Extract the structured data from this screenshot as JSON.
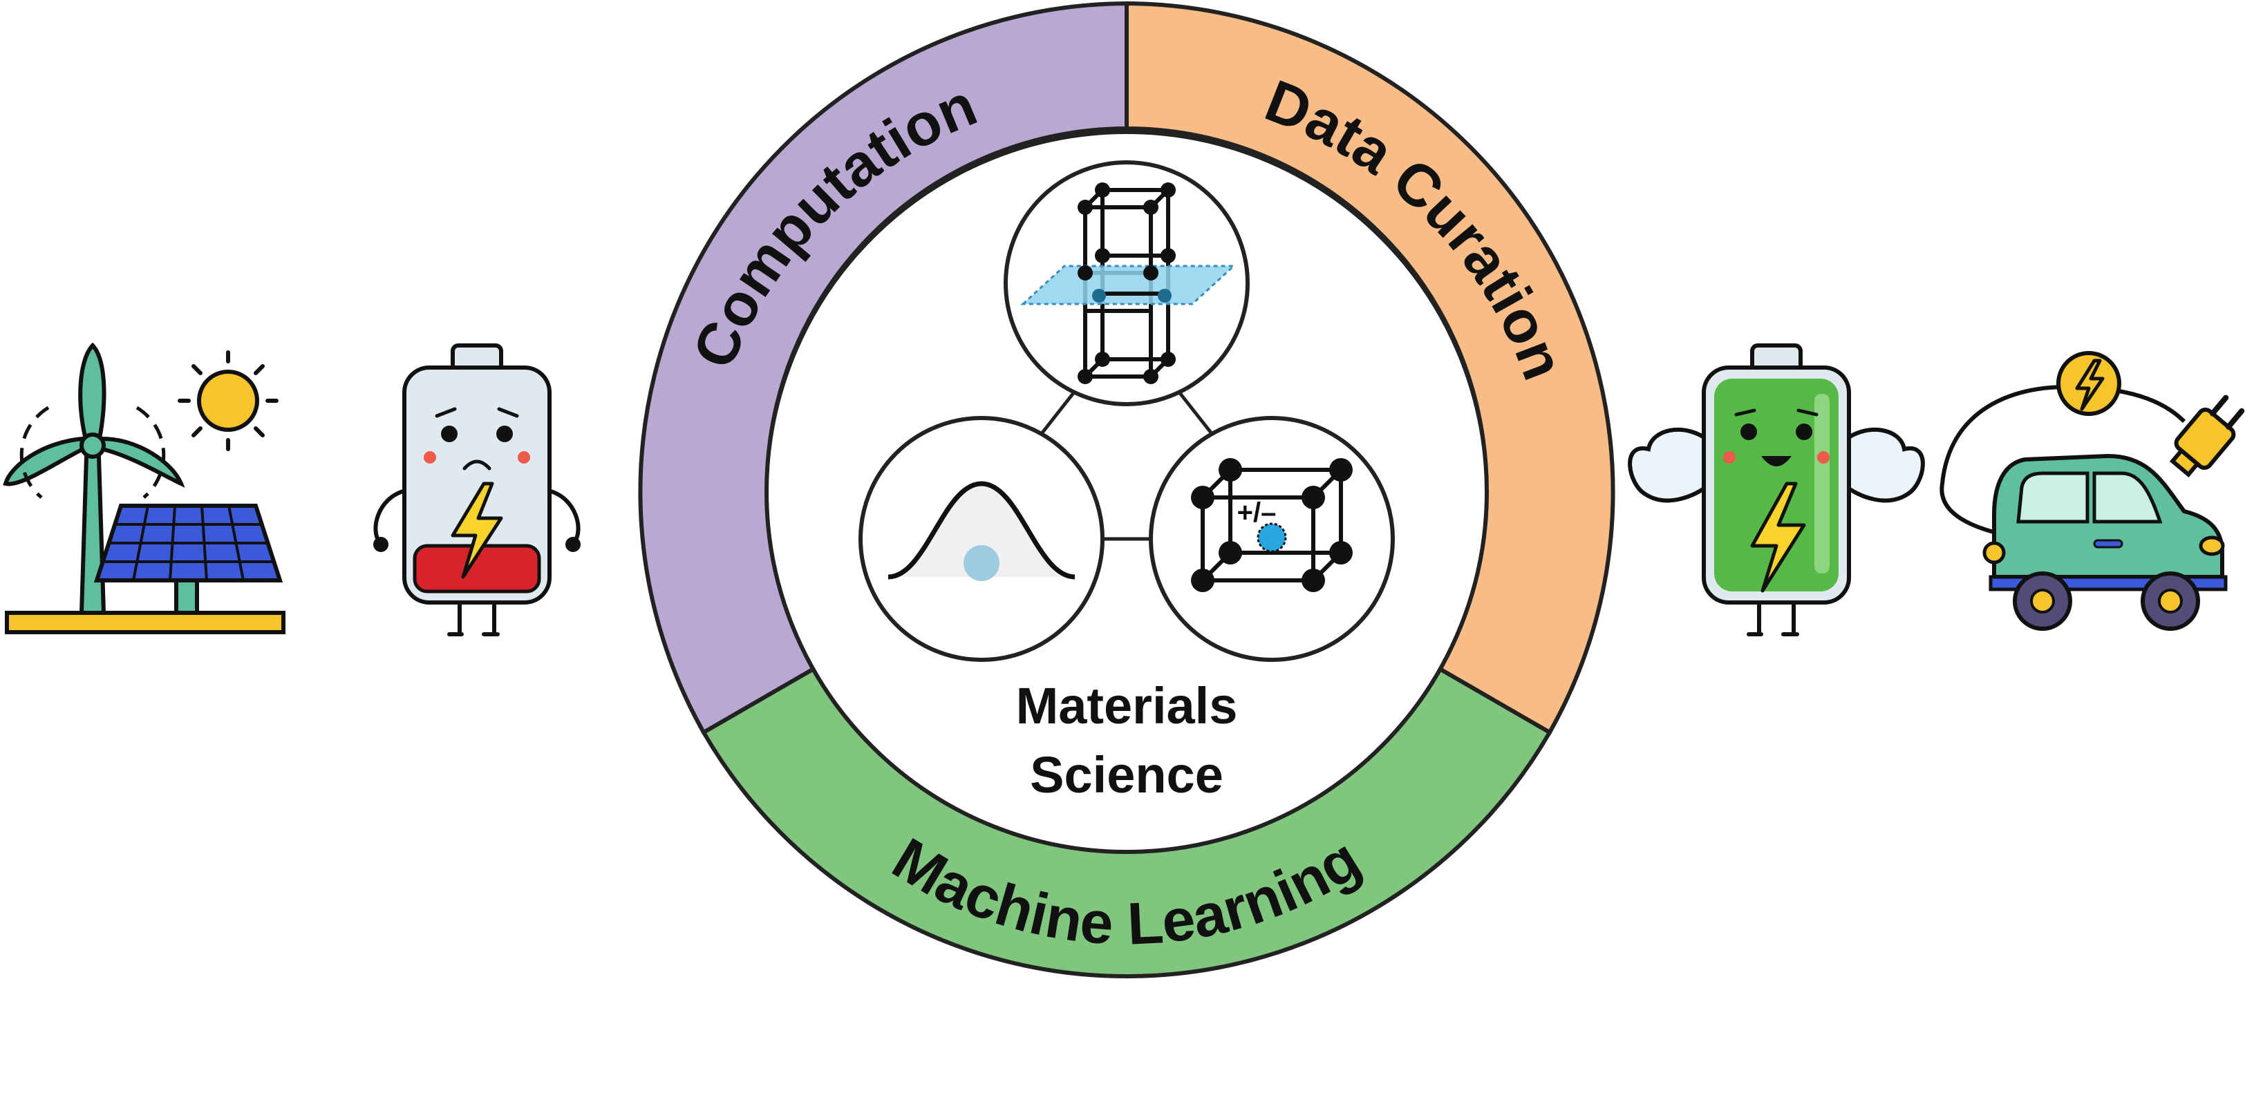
{
  "ring": {
    "segments": [
      {
        "label": "Computation",
        "color": "#b9a9d2"
      },
      {
        "label": "Data Curation",
        "color": "#f8bd87"
      },
      {
        "label": "Machine Learning",
        "color": "#80c67e"
      }
    ]
  },
  "center": {
    "line1": "Materials",
    "line2": "Science",
    "defect_symbol": "+/–"
  },
  "colors": {
    "sky_blue": "#8fd3ef",
    "blob_blue": "#9fcbe0",
    "dopant_blue": "#2aa7e0",
    "battery_low": "#d8232a",
    "battery_full": "#56b947",
    "bolt_yellow": "#f8d42a",
    "car_body": "#5fbf9f",
    "solar_panel": "#3b59d9",
    "turbine": "#5dbf9e"
  },
  "icons": [
    "wind-turbine-icon",
    "sun-icon",
    "solar-panel-icon",
    "sad-low-battery-icon",
    "happy-full-battery-icon",
    "charging-plug-icon",
    "electric-car-icon",
    "crystal-plane-icon",
    "gaussian-curve-icon",
    "doped-lattice-icon"
  ]
}
